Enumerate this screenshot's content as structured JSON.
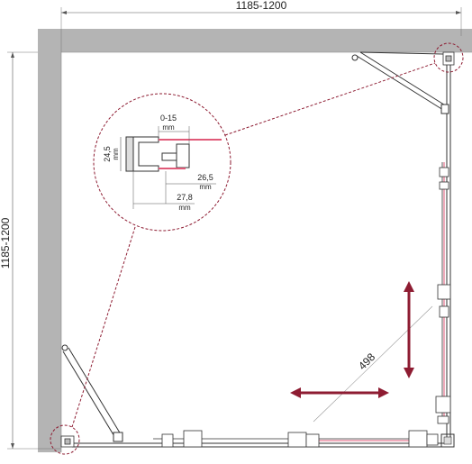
{
  "dimensions": {
    "width": "1185-1200",
    "height": "1185-1200",
    "door_width": "498"
  },
  "detail": {
    "gap": "0-15",
    "gap_unit": "mm",
    "profile_height": "24,5",
    "profile_height_unit": "mm",
    "inner_width": "26,5",
    "inner_width_unit": "mm",
    "outer_width": "27,8",
    "outer_width_unit": "mm"
  },
  "colors": {
    "wall": "#b4b4b4",
    "arrow": "#8e1c32",
    "callout": "#8e1c32",
    "glass": "#e05a78",
    "line": "#333333"
  }
}
